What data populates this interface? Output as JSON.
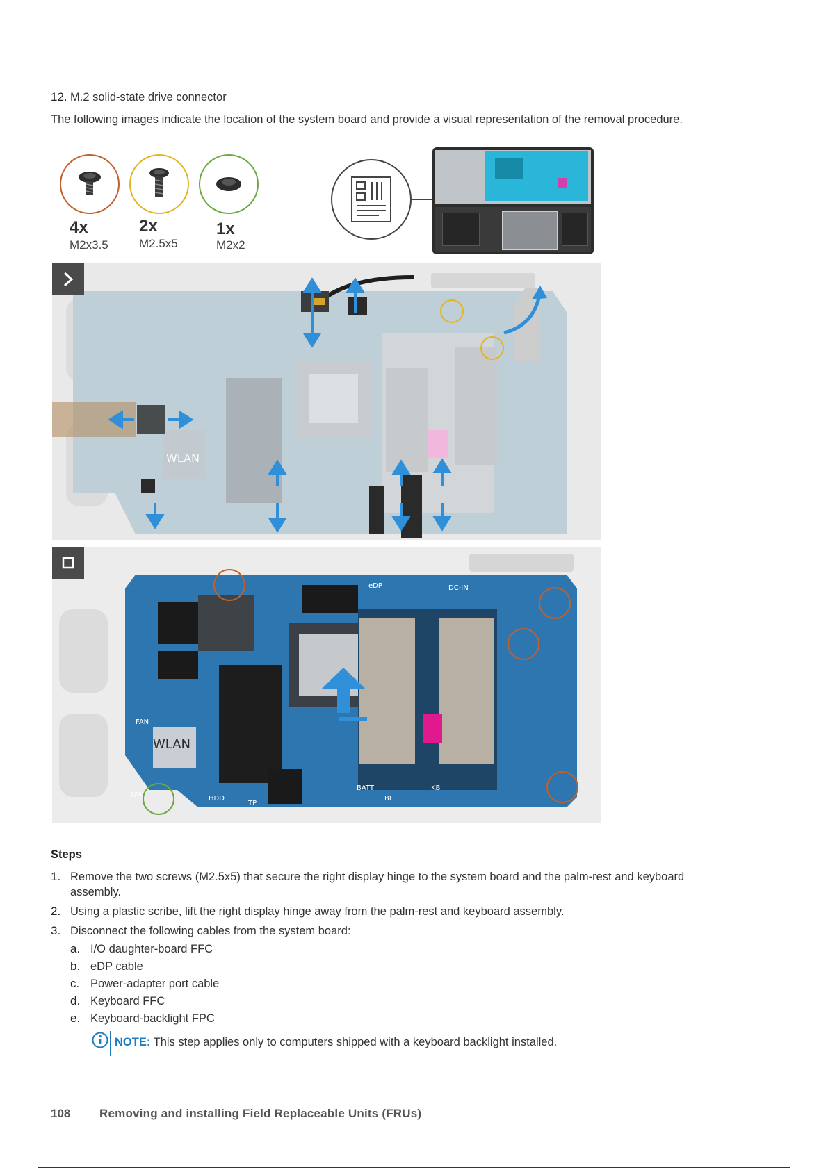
{
  "intro": {
    "item_number": "12.",
    "item_text": "M.2 solid-state drive connector",
    "paragraph": "The following images indicate the location of the system board and provide a visual representation of the removal procedure."
  },
  "screw_legend": [
    {
      "count": "4x",
      "size": "M2x3.5",
      "color": "#c0602a"
    },
    {
      "count": "2x",
      "size": "M2.5x5",
      "color": "#e3b422"
    },
    {
      "count": "1x",
      "size": "M2x2",
      "color": "#6aa840"
    }
  ],
  "figure_labels": {
    "wlan": "WLAN",
    "edp": "eDP",
    "dc_in": "DC-IN",
    "batt": "BATT",
    "kb": "KB",
    "bl": "BL",
    "hdd": "HDD",
    "tp": "TP",
    "spk": "SPK",
    "fan": "FAN"
  },
  "steps": {
    "heading": "Steps",
    "items": [
      {
        "num": "1.",
        "text_line1": "Remove the two screws (M2.5x5) that secure the right display hinge to the system board and the palm-rest and keyboard",
        "text_line2": "assembly."
      },
      {
        "num": "2.",
        "text_line1": "Using a plastic scribe, lift the right display hinge away from the palm-rest and keyboard assembly."
      },
      {
        "num": "3.",
        "text_line1": "Disconnect the following cables from the system board:"
      }
    ],
    "sub_items": [
      {
        "letter": "a.",
        "text": "I/O daughter-board FFC"
      },
      {
        "letter": "b.",
        "text": "eDP cable"
      },
      {
        "letter": "c.",
        "text": "Power-adapter port cable"
      },
      {
        "letter": "d.",
        "text": "Keyboard FFC"
      },
      {
        "letter": "e.",
        "text": "Keyboard-backlight FPC"
      }
    ],
    "note": {
      "label": "NOTE:",
      "text": "This step applies only to computers shipped with a keyboard backlight installed."
    }
  },
  "footer": {
    "page_number": "108",
    "chapter_title": "Removing and installing Field Replaceable Units (FRUs)"
  },
  "colors": {
    "board": "#2e76b0",
    "arrow": "#2f8fd9",
    "note_blue": "#1c7cc0"
  }
}
